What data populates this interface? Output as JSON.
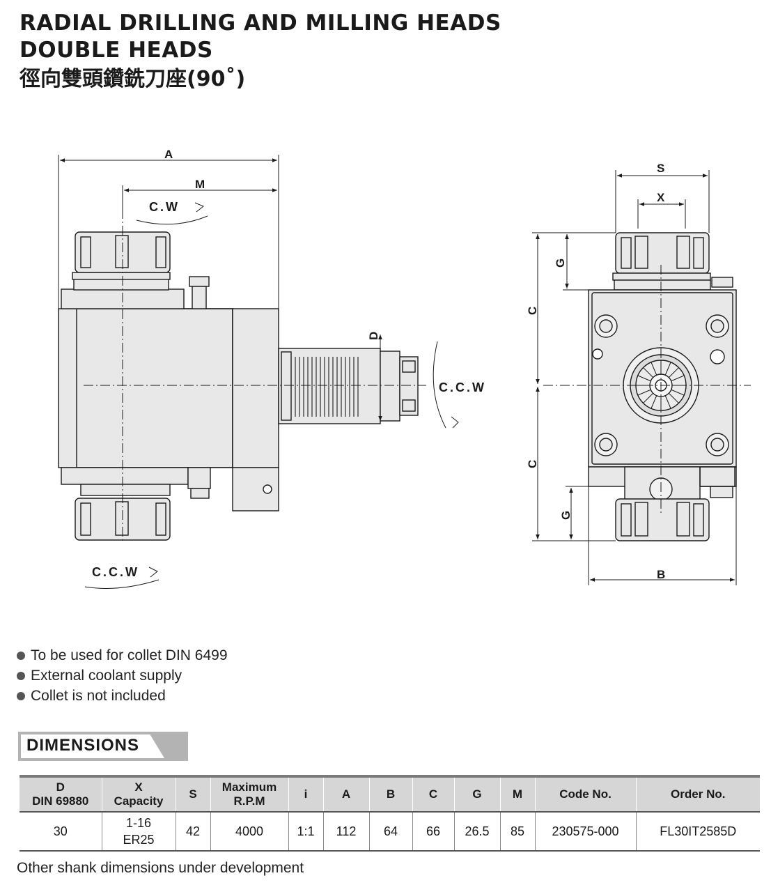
{
  "title": {
    "line1": "RADIAL DRILLING AND MILLING HEADS",
    "line2": "DOUBLE  HEADS",
    "line3": "徑向雙頭鑽銑刀座(90˚)"
  },
  "drawing": {
    "side_view": {
      "label_a": "A",
      "label_m": "M",
      "label_d": "D",
      "rot_top": "C.W",
      "rot_bottom": "C.C.W",
      "rot_right": "C.C.W"
    },
    "front_view": {
      "label_s": "S",
      "label_x": "X",
      "label_b": "B",
      "label_c_top": "C",
      "label_c_bottom": "C",
      "label_g_top": "G",
      "label_g_bottom": "G"
    }
  },
  "features": [
    "To be used for collet DIN 6499",
    "External coolant supply",
    "Collet is not included"
  ],
  "dimensions": {
    "label": "DIMENSIONS",
    "headers": {
      "d_line1": "D",
      "d_line2": "DIN 69880",
      "x_line1": "X",
      "x_line2": "Capacity",
      "s": "S",
      "rpm_line1": "Maximum",
      "rpm_line2": "R.P.M",
      "i": "i",
      "a": "A",
      "b": "B",
      "c": "C",
      "g": "G",
      "m": "M",
      "code": "Code No.",
      "order": "Order No."
    },
    "row": {
      "d": "30",
      "x_line1": "1-16",
      "x_line2": "ER25",
      "s": "42",
      "rpm": "4000",
      "i": "1:1",
      "a": "112",
      "b": "64",
      "c": "66",
      "g": "26.5",
      "m": "85",
      "code": "230575-000",
      "order": "FL30IT2585D"
    }
  },
  "footnote": "Other shank dimensions under development"
}
